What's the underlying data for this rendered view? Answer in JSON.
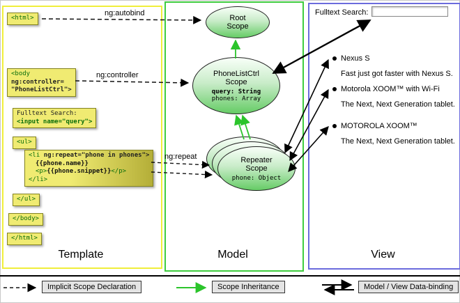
{
  "columns": {
    "template_label": "Template",
    "model_label": "Model",
    "view_label": "View"
  },
  "template": {
    "html_open": "<html>",
    "body_box": {
      "tag": "<body",
      "attr1": "ng:controller=",
      "attr2": "\"PhoneListCtrl\">"
    },
    "fulltext_box": {
      "label": "Fulltext Search:",
      "input": "<input name=\"query\">"
    },
    "ul_open": "<ul>",
    "li_box": {
      "open": "<li ",
      "attr": "ng:repeat=\"phone in phones\">",
      "expr": "{{phone.name}}",
      "p_open": "<p>",
      "p_expr": "{{phone.snippet}}",
      "p_close": "</p>",
      "close": "</li>"
    },
    "ul_close": "</ul>",
    "body_close": "</body>",
    "html_close": "</html>"
  },
  "arrow_labels": {
    "autobind": "ng:autobind",
    "controller": "ng:controller",
    "repeat": "ng:repeat"
  },
  "model": {
    "root_scope": {
      "line1": "Root",
      "line2": "Scope"
    },
    "ctrl_scope": {
      "line1": "PhoneListCtrl",
      "line2": "Scope",
      "prop1": "query: String",
      "prop2": "phones: Array"
    },
    "repeater_scope": {
      "line1": "Repeater",
      "line2": "Scope",
      "prop1": "phone: Object"
    }
  },
  "view": {
    "search_label": "Fulltext Search:",
    "search_value": "",
    "items": [
      {
        "title": "Nexus S",
        "desc": "Fast just got faster with Nexus S."
      },
      {
        "title": "Motorola XOOM™ with Wi-Fi",
        "desc": "The Next, Next Generation tablet."
      },
      {
        "title": "MOTOROLA XOOM™",
        "desc": "The Next, Next Generation tablet."
      }
    ]
  },
  "legend": {
    "implicit": "Implicit Scope Declaration",
    "inheritance": "Scope Inheritance",
    "binding": "Model / View Data-binding"
  },
  "colors": {
    "template_border": "#f0ee3a",
    "model_border": "#3ecc3e",
    "view_border": "#6b6bdd",
    "inheritance_arrow": "#2bc42b",
    "code_box_bg": "#f0eb72",
    "scope_fill": "#66cc66"
  }
}
